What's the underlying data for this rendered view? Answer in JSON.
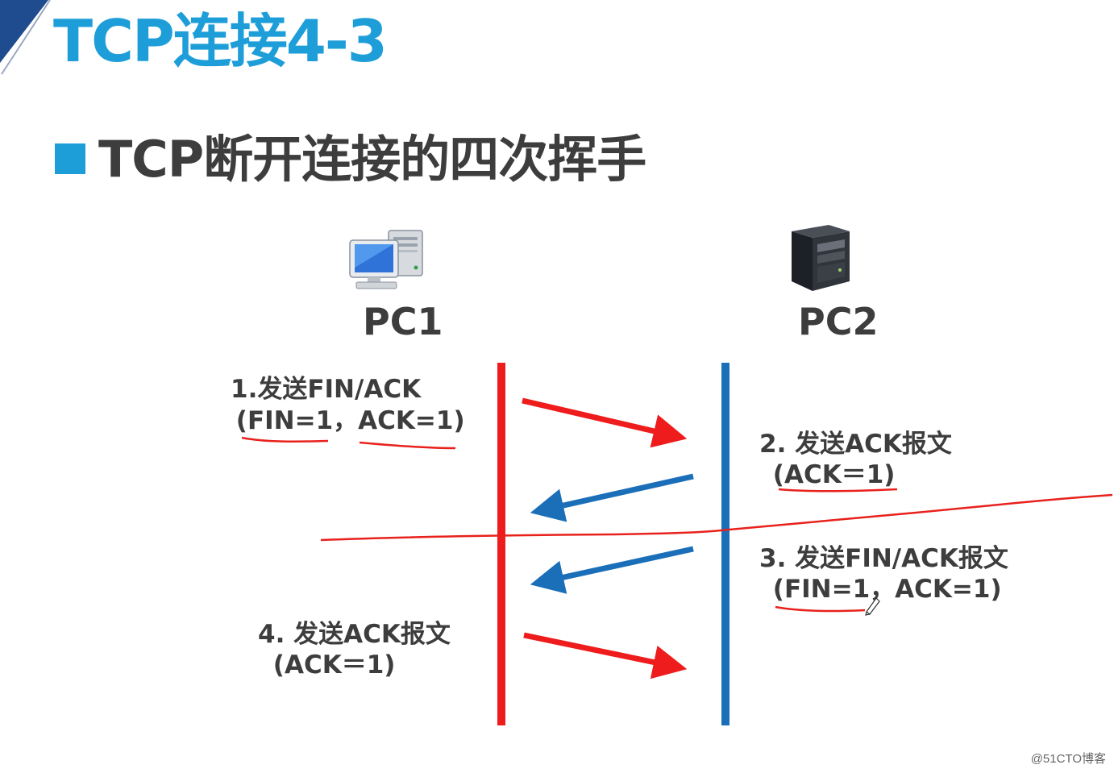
{
  "title": "TCP连接4-3",
  "subtitle": "TCP断开连接的四次挥手",
  "hosts": {
    "left": {
      "label": "PC1",
      "icon": "desktop-computer-icon"
    },
    "right": {
      "label": "PC2",
      "icon": "server-tower-icon"
    }
  },
  "steps": [
    {
      "line1": "1.发送FIN/ACK",
      "line2": " (FIN=1，ACK=1)",
      "direction": "PC1→PC2",
      "color": "#ee1c1c"
    },
    {
      "line1": "2. 发送ACK报文",
      "line2": " (ACK＝1)",
      "direction": "PC2→PC1",
      "color": "#1b6fb8"
    },
    {
      "line1": "3. 发送FIN/ACK报文",
      "line2": " (FIN=1，ACK=1)",
      "direction": "PC2→PC1",
      "color": "#1b6fb8"
    },
    {
      "line1": "4. 发送ACK报文",
      "line2": " (ACK＝1)",
      "direction": "PC1→PC2",
      "color": "#ee1c1c"
    }
  ],
  "colors": {
    "accent": "#1e9ed9",
    "pc1_line": "#ee1c1c",
    "pc2_line": "#1b6fb8",
    "annotation": "#e8211c"
  },
  "watermark": "@51CTO博客"
}
